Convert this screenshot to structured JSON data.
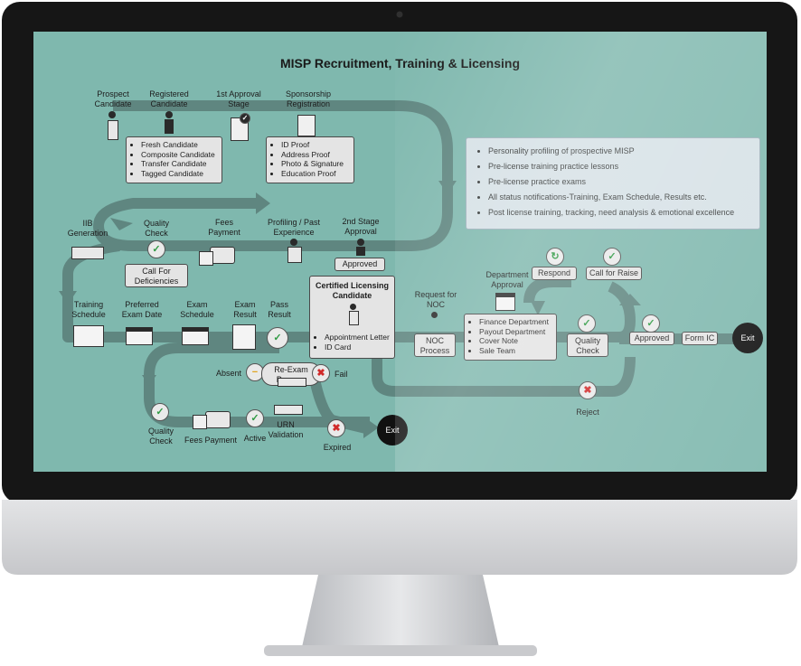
{
  "title": "MISP Recruitment, Training & Licensing",
  "labels": {
    "prospect": "Prospect Candidate",
    "registered": "Registered Candidate",
    "approval1": "1st Approval Stage",
    "sponsorship": "Sponsorship Registration",
    "iib": "IIB Generation",
    "quality_check_top": "Quality Check",
    "fees_payment_top": "Fees Payment",
    "profiling": "Profiling / Past Experience",
    "approval2": "2nd Stage Approval",
    "training_schedule": "Training Schedule",
    "preferred_exam_date": "Preferred Exam Date",
    "exam_schedule": "Exam Schedule",
    "exam_result": "Exam Result",
    "pass_result": "Pass Result",
    "request_noc": "Request for NOC",
    "dept_approval": "Department Approval",
    "absent": "Absent",
    "fail": "Fail",
    "quality_check_bottom": "Quality Check",
    "fees_payment_bottom": "Fees Payment",
    "active": "Active",
    "urn_validation": "URN Validation",
    "expired": "Expired",
    "reject": "Reject"
  },
  "boxes": {
    "approved_2nd": "Approved",
    "call_for_deficiencies": "Call For Deficiencies",
    "re_exam": "Re-Exam Process",
    "noc_process": "NOC Process",
    "respond": "Respond",
    "call_for_raise": "Call for Raise",
    "quality_check_right": "Quality Check",
    "approved_right": "Approved",
    "form_ic": "Form IC",
    "exit_right": "Exit",
    "exit_bottom": "Exit",
    "certified_title": "Certified Licensing Candidate"
  },
  "lists": {
    "registered": [
      "Fresh Candidate",
      "Composite Candidate",
      "Transfer Candidate",
      "Tagged Candidate"
    ],
    "sponsorship": [
      "ID Proof",
      "Address Proof",
      "Photo & Signature",
      "Education Proof"
    ],
    "certified": [
      "Appointment Letter",
      "ID Card"
    ],
    "departments": [
      "Finance Department",
      "Payout Department",
      "Cover Note",
      "Sale Team"
    ]
  },
  "info": [
    "Personality profiling of prospective MISP",
    "Pre-license training practice lessons",
    "Pre-license practice exams",
    "All status notifications-Training, Exam Schedule, Results etc.",
    "Post license training, tracking, need analysis & emotional excellence"
  ],
  "colors": {
    "screen": "#7fb8ae",
    "track": "#5f8680",
    "check": "#2f9a43",
    "reject": "#d12a2a",
    "absent": "#e1a21b"
  }
}
